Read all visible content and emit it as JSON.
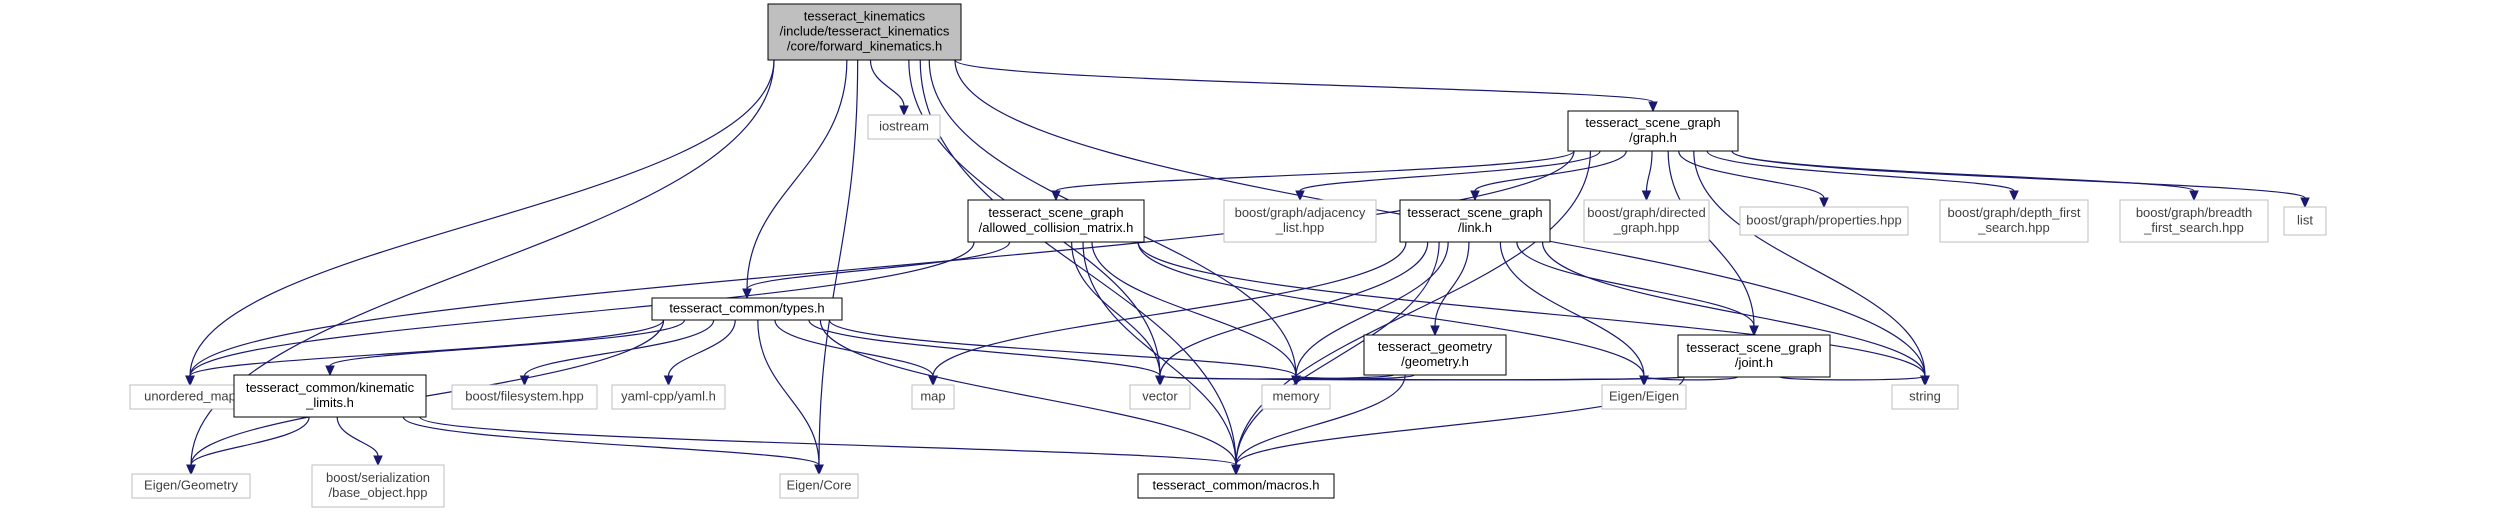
{
  "graph": {
    "colors": {
      "edge": "#191970",
      "root_fill": "#bfbfbf",
      "local_border": "#000000",
      "system_border": "#bfbfbf"
    },
    "nodes": {
      "root": {
        "lines": [
          "tesseract_kinematics",
          "/include/tesseract_kinematics",
          "/core/forward_kinematics.h"
        ],
        "kind": "root"
      },
      "iostream": {
        "lines": [
          "iostream"
        ],
        "kind": "system"
      },
      "scene_graph": {
        "lines": [
          "tesseract_scene_graph",
          "/graph.h"
        ],
        "kind": "local"
      },
      "acm": {
        "lines": [
          "tesseract_scene_graph",
          "/allowed_collision_matrix.h"
        ],
        "kind": "local"
      },
      "adjacency": {
        "lines": [
          "boost/graph/adjacency",
          "_list.hpp"
        ],
        "kind": "system"
      },
      "link": {
        "lines": [
          "tesseract_scene_graph",
          "/link.h"
        ],
        "kind": "local"
      },
      "directed": {
        "lines": [
          "boost/graph/directed",
          "_graph.hpp"
        ],
        "kind": "system"
      },
      "properties": {
        "lines": [
          "boost/graph/properties.hpp"
        ],
        "kind": "system"
      },
      "depth_first": {
        "lines": [
          "boost/graph/depth_first",
          "_search.hpp"
        ],
        "kind": "system"
      },
      "breadth_first": {
        "lines": [
          "boost/graph/breadth",
          "_first_search.hpp"
        ],
        "kind": "system"
      },
      "list": {
        "lines": [
          "list"
        ],
        "kind": "system"
      },
      "types": {
        "lines": [
          "tesseract_common/types.h"
        ],
        "kind": "local"
      },
      "geometry": {
        "lines": [
          "tesseract_geometry",
          "/geometry.h"
        ],
        "kind": "local"
      },
      "joint": {
        "lines": [
          "tesseract_scene_graph",
          "/joint.h"
        ],
        "kind": "local"
      },
      "unordered_map": {
        "lines": [
          "unordered_map"
        ],
        "kind": "system"
      },
      "kinematic_limits": {
        "lines": [
          "tesseract_common/kinematic",
          "_limits.h"
        ],
        "kind": "local"
      },
      "filesystem": {
        "lines": [
          "boost/filesystem.hpp"
        ],
        "kind": "system"
      },
      "yaml": {
        "lines": [
          "yaml-cpp/yaml.h"
        ],
        "kind": "system"
      },
      "map": {
        "lines": [
          "map"
        ],
        "kind": "system"
      },
      "vector": {
        "lines": [
          "vector"
        ],
        "kind": "system"
      },
      "memory": {
        "lines": [
          "memory"
        ],
        "kind": "system"
      },
      "eigen": {
        "lines": [
          "Eigen/Eigen"
        ],
        "kind": "system"
      },
      "string": {
        "lines": [
          "string"
        ],
        "kind": "system"
      },
      "eigen_geometry": {
        "lines": [
          "Eigen/Geometry"
        ],
        "kind": "system"
      },
      "serialization": {
        "lines": [
          "boost/serialization",
          "/base_object.hpp"
        ],
        "kind": "system"
      },
      "eigen_core": {
        "lines": [
          "Eigen/Core"
        ],
        "kind": "system"
      },
      "macros": {
        "lines": [
          "tesseract_common/macros.h"
        ],
        "kind": "local"
      }
    },
    "edges": [
      [
        "root",
        "iostream"
      ],
      [
        "root",
        "scene_graph"
      ],
      [
        "root",
        "types"
      ],
      [
        "root",
        "unordered_map"
      ],
      [
        "root",
        "vector"
      ],
      [
        "root",
        "memory"
      ],
      [
        "root",
        "string"
      ],
      [
        "root",
        "eigen_geometry"
      ],
      [
        "root",
        "eigen_core"
      ],
      [
        "root",
        "macros"
      ],
      [
        "scene_graph",
        "acm"
      ],
      [
        "scene_graph",
        "adjacency"
      ],
      [
        "scene_graph",
        "link"
      ],
      [
        "scene_graph",
        "directed"
      ],
      [
        "scene_graph",
        "properties"
      ],
      [
        "scene_graph",
        "depth_first"
      ],
      [
        "scene_graph",
        "breadth_first"
      ],
      [
        "scene_graph",
        "list"
      ],
      [
        "scene_graph",
        "joint"
      ],
      [
        "scene_graph",
        "string"
      ],
      [
        "scene_graph",
        "unordered_map"
      ],
      [
        "scene_graph",
        "macros"
      ],
      [
        "acm",
        "types"
      ],
      [
        "acm",
        "unordered_map"
      ],
      [
        "acm",
        "vector"
      ],
      [
        "acm",
        "memory"
      ],
      [
        "acm",
        "eigen"
      ],
      [
        "acm",
        "string"
      ],
      [
        "acm",
        "macros"
      ],
      [
        "link",
        "geometry"
      ],
      [
        "link",
        "joint"
      ],
      [
        "link",
        "map"
      ],
      [
        "link",
        "vector"
      ],
      [
        "link",
        "memory"
      ],
      [
        "link",
        "eigen"
      ],
      [
        "link",
        "string"
      ],
      [
        "link",
        "macros"
      ],
      [
        "types",
        "unordered_map"
      ],
      [
        "types",
        "kinematic_limits"
      ],
      [
        "types",
        "filesystem"
      ],
      [
        "types",
        "yaml"
      ],
      [
        "types",
        "map"
      ],
      [
        "types",
        "vector"
      ],
      [
        "types",
        "memory"
      ],
      [
        "types",
        "eigen_geometry"
      ],
      [
        "types",
        "eigen_core"
      ],
      [
        "types",
        "macros"
      ],
      [
        "geometry",
        "vector"
      ],
      [
        "geometry",
        "memory"
      ],
      [
        "geometry",
        "macros"
      ],
      [
        "joint",
        "vector"
      ],
      [
        "joint",
        "memory"
      ],
      [
        "joint",
        "eigen"
      ],
      [
        "joint",
        "string"
      ],
      [
        "joint",
        "macros"
      ],
      [
        "kinematic_limits",
        "eigen_geometry"
      ],
      [
        "kinematic_limits",
        "serialization"
      ],
      [
        "kinematic_limits",
        "eigen_core"
      ],
      [
        "kinematic_limits",
        "macros"
      ]
    ]
  }
}
